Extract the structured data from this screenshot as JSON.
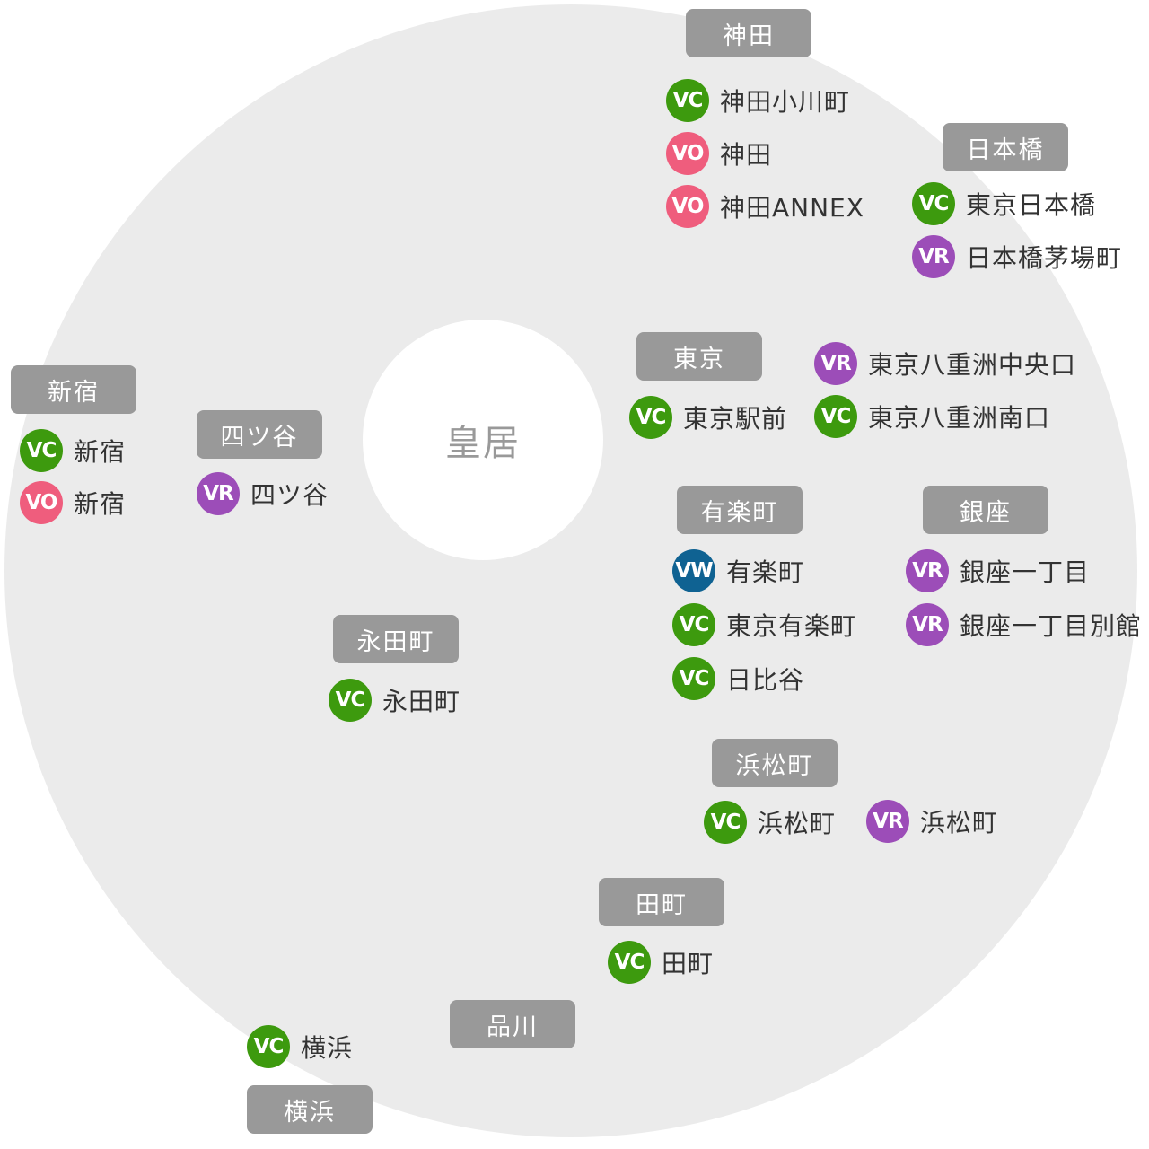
{
  "colors": {
    "ring": "#ebebeb",
    "center": "#ffffff",
    "center_text": "#999999",
    "area_tag_bg": "#999999",
    "area_tag_text": "#ffffff",
    "VC": "#3d9a0e",
    "VO": "#ef5d7d",
    "VR": "#9c4db8",
    "VW": "#0f6292"
  },
  "center": {
    "label": "皇居"
  },
  "areas": [
    {
      "id": "kanda",
      "label": "神田"
    },
    {
      "id": "nihonbashi",
      "label": "日本橋"
    },
    {
      "id": "tokyo",
      "label": "東京"
    },
    {
      "id": "shinjuku",
      "label": "新宿"
    },
    {
      "id": "yotsuya",
      "label": "四ツ谷"
    },
    {
      "id": "yurakucho",
      "label": "有楽町"
    },
    {
      "id": "ginza",
      "label": "銀座"
    },
    {
      "id": "nagatacho",
      "label": "永田町"
    },
    {
      "id": "hamamatsucho",
      "label": "浜松町"
    },
    {
      "id": "tamachi",
      "label": "田町"
    },
    {
      "id": "shinagawa",
      "label": "品川"
    },
    {
      "id": "yokohama",
      "label": "横浜"
    }
  ],
  "offices": [
    {
      "id": "kanda-ogawamachi",
      "badge": "VC",
      "name": "神田小川町"
    },
    {
      "id": "kanda-vo",
      "badge": "VO",
      "name": "神田"
    },
    {
      "id": "kanda-annex",
      "badge": "VO",
      "name": "神田ANNEX"
    },
    {
      "id": "tokyo-nihonbashi",
      "badge": "VC",
      "name": "東京日本橋"
    },
    {
      "id": "nihonbashi-kayabacho",
      "badge": "VR",
      "name": "日本橋茅場町"
    },
    {
      "id": "yaesu-chuo",
      "badge": "VR",
      "name": "東京八重洲中央口"
    },
    {
      "id": "tokyo-ekimae",
      "badge": "VC",
      "name": "東京駅前"
    },
    {
      "id": "yaesu-minami",
      "badge": "VC",
      "name": "東京八重洲南口"
    },
    {
      "id": "shinjuku-vc",
      "badge": "VC",
      "name": "新宿"
    },
    {
      "id": "shinjuku-vo",
      "badge": "VO",
      "name": "新宿"
    },
    {
      "id": "yotsuya-vr",
      "badge": "VR",
      "name": "四ツ谷"
    },
    {
      "id": "yurakucho-vw",
      "badge": "VW",
      "name": "有楽町"
    },
    {
      "id": "tokyo-yurakucho",
      "badge": "VC",
      "name": "東京有楽町"
    },
    {
      "id": "hibiya",
      "badge": "VC",
      "name": "日比谷"
    },
    {
      "id": "ginza-1chome",
      "badge": "VR",
      "name": "銀座一丁目"
    },
    {
      "id": "ginza-1chome-annex",
      "badge": "VR",
      "name": "銀座一丁目別館"
    },
    {
      "id": "nagatacho-vc",
      "badge": "VC",
      "name": "永田町"
    },
    {
      "id": "hamamatsucho-vc",
      "badge": "VC",
      "name": "浜松町"
    },
    {
      "id": "hamamatsucho-vr",
      "badge": "VR",
      "name": "浜松町"
    },
    {
      "id": "tamachi-vc",
      "badge": "VC",
      "name": "田町"
    },
    {
      "id": "yokohama-vc",
      "badge": "VC",
      "name": "横浜"
    }
  ]
}
